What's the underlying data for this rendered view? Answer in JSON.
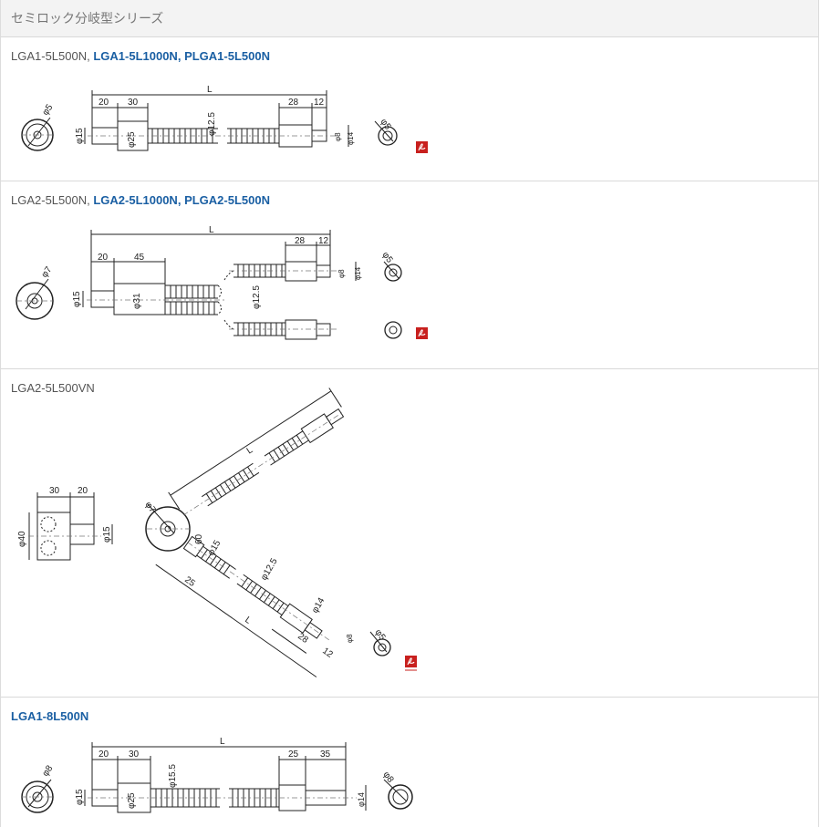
{
  "header": {
    "title": "セミロック分岐型シリーズ"
  },
  "sections": [
    {
      "title_plain": "LGA1-5L500N, ",
      "title_links": [
        "LGA1-5L1000N",
        "PLGA1-5L500N"
      ],
      "link_sep": ", ",
      "dims": {
        "l": "L",
        "d20": "20",
        "d30": "30",
        "d28": "28",
        "d12": "12",
        "phi5": "φ5",
        "phi15": "φ15",
        "phi25": "φ25",
        "phi125": "φ12.5",
        "phi8": "φ8",
        "phi14": "φ14"
      },
      "pdf_icon": "pdf-icon"
    },
    {
      "title_plain": "LGA2-5L500N, ",
      "title_links": [
        "LGA2-5L1000N",
        "PLGA2-5L500N"
      ],
      "link_sep": ", ",
      "dims": {
        "l": "L",
        "d20": "20",
        "d45": "45",
        "d28": "28",
        "d12": "12",
        "phi7": "φ7",
        "phi15": "φ15",
        "phi31": "φ31",
        "phi125": "φ12.5",
        "phi5": "φ5",
        "phi8": "φ8",
        "phi14": "φ14"
      },
      "pdf_icon": "pdf-icon"
    },
    {
      "title_plain": "LGA2-5L500VN",
      "dims": {
        "d30": "30",
        "d20": "20",
        "phi40": "φ40",
        "phi15": "φ15",
        "phi7": "φ7",
        "d60": "60",
        "phi15b": "φ15",
        "d25": "25",
        "phi125": "φ12.5",
        "phi14": "φ14",
        "l1": "L",
        "l2": "L",
        "d28": "28",
        "d12": "12",
        "phi8": "φ8",
        "phi5": "φ5"
      },
      "pdf_icon": "pdf-icon"
    },
    {
      "title_link": "LGA1-8L500N",
      "dims": {
        "l": "L",
        "d20": "20",
        "d30": "30",
        "d25": "25",
        "d35": "35",
        "phi8": "φ8",
        "phi15": "φ15",
        "phi25": "φ25",
        "phi155": "φ15.5",
        "phi14": "φ14",
        "phi8b": "φ8"
      }
    }
  ],
  "colors": {
    "pdf_red": "#c8201e",
    "link_blue": "#1a5fa3"
  }
}
